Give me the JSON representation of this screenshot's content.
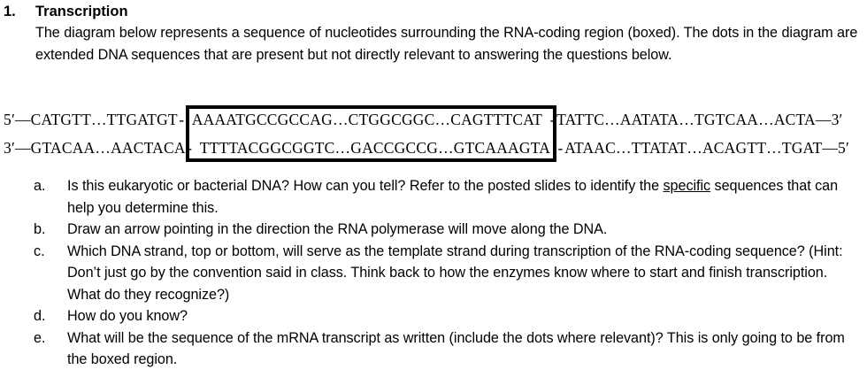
{
  "question": {
    "number": "1.",
    "title": "Transcription",
    "intro": "The diagram below represents a sequence of nucleotides surrounding the RNA-coding region (boxed).  The dots in the diagram are extended DNA sequences that are present but not directly relevant to answering the questions below."
  },
  "diagram": {
    "box_label": "RNA-coding region box",
    "connector": "-",
    "top_strand": {
      "five_prime_label": "5′",
      "left_flank": "—CATGTT…TTGATGT",
      "boxed": "AAAATGCCGCCAG…CTGGCGGC…CAGTTTCAT",
      "right_flank": "TATTC…AATATA…TGTCAA…ACTA—3′"
    },
    "bottom_strand": {
      "three_prime_label": "3′",
      "left_flank": "—GTACAA…AACTACA",
      "boxed": "TTTTACGGCGGTC…GACCGCCG…GTCAAAGTA",
      "right_flank": "ATAAC…TTATAT…ACAGTT…TGAT—5′"
    }
  },
  "subquestions": [
    {
      "letter": "a.",
      "text_before": "Is this eukaryotic or bacterial DNA?  How can you tell?  Refer to the posted slides to identify the ",
      "underlined": "specific",
      "text_after": " sequences that can help you determine this."
    },
    {
      "letter": "b.",
      "text_before": "Draw an arrow pointing in the direction the RNA polymerase will move along the DNA.",
      "underlined": "",
      "text_after": ""
    },
    {
      "letter": "c.",
      "text_before": "Which DNA strand, top or bottom, will serve as the template strand during transcription of the RNA-coding sequence?  (Hint: Don’t just go by the convention said in class.  Think back to how the enzymes know where to start and finish transcription.  What do they recognize?)",
      "underlined": "",
      "text_after": ""
    },
    {
      "letter": "d.",
      "text_before": "How do you know?",
      "underlined": "",
      "text_after": ""
    },
    {
      "letter": "e.",
      "text_before": "What will be the sequence of the mRNA transcript as written (include the dots where relevant)? This is only going to be from the boxed region.",
      "underlined": "",
      "text_after": ""
    }
  ],
  "colors": {
    "text": "#000000",
    "background": "#ffffff",
    "box_border": "#000000"
  }
}
